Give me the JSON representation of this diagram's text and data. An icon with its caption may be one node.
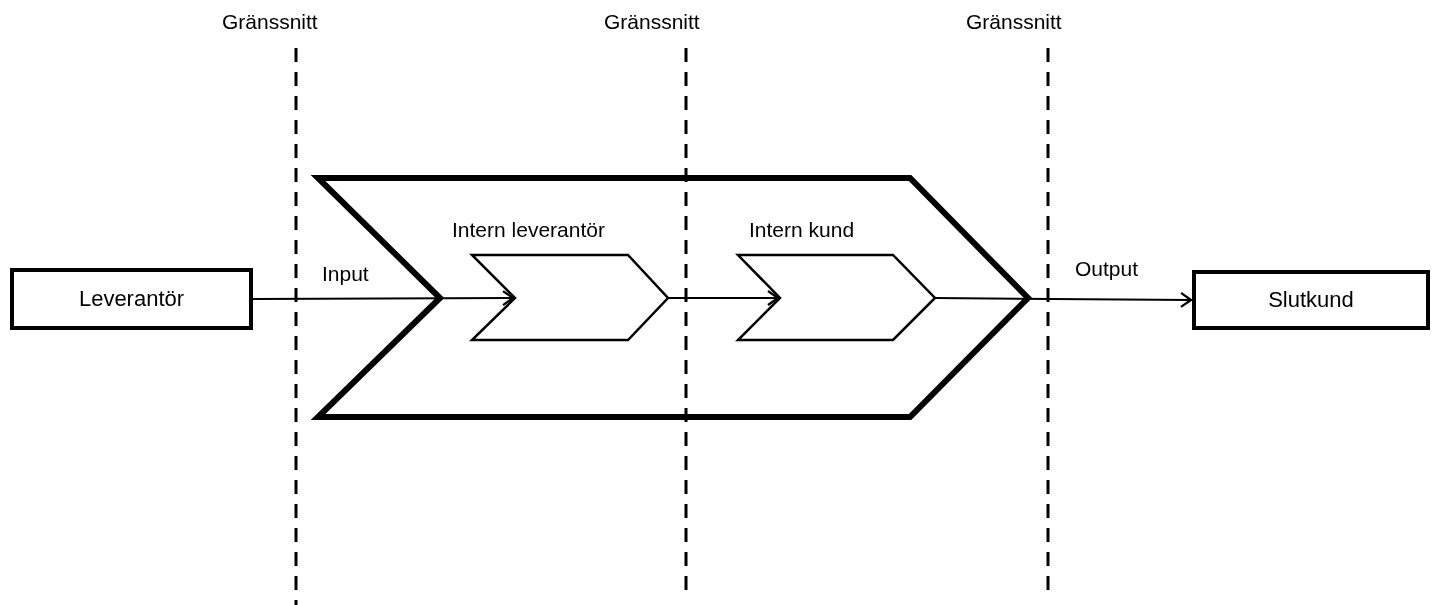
{
  "diagram": {
    "nodes": [
      {
        "text": [
          "Leverantör"
        ]
      },
      {
        "text": [],
        "shape": "chevron"
      },
      {
        "text": [
          "Intern leverantör"
        ],
        "in": 1
      },
      {
        "text": [
          "Intern kund"
        ],
        "in": 1
      },
      {
        "text": [
          "Slutkund"
        ]
      }
    ],
    "edges": [
      {
        "from": 0,
        "to": 2,
        "arrow": "to",
        "label": "Input"
      },
      {
        "from": 2,
        "to": 3,
        "arrow": "to"
      },
      {
        "from": 3,
        "to": 4,
        "arrow": "to",
        "label": "Output"
      }
    ],
    "labels": [
      "Gränssnitt",
      "Gränssnitt",
      "Gränssnitt"
    ]
  }
}
